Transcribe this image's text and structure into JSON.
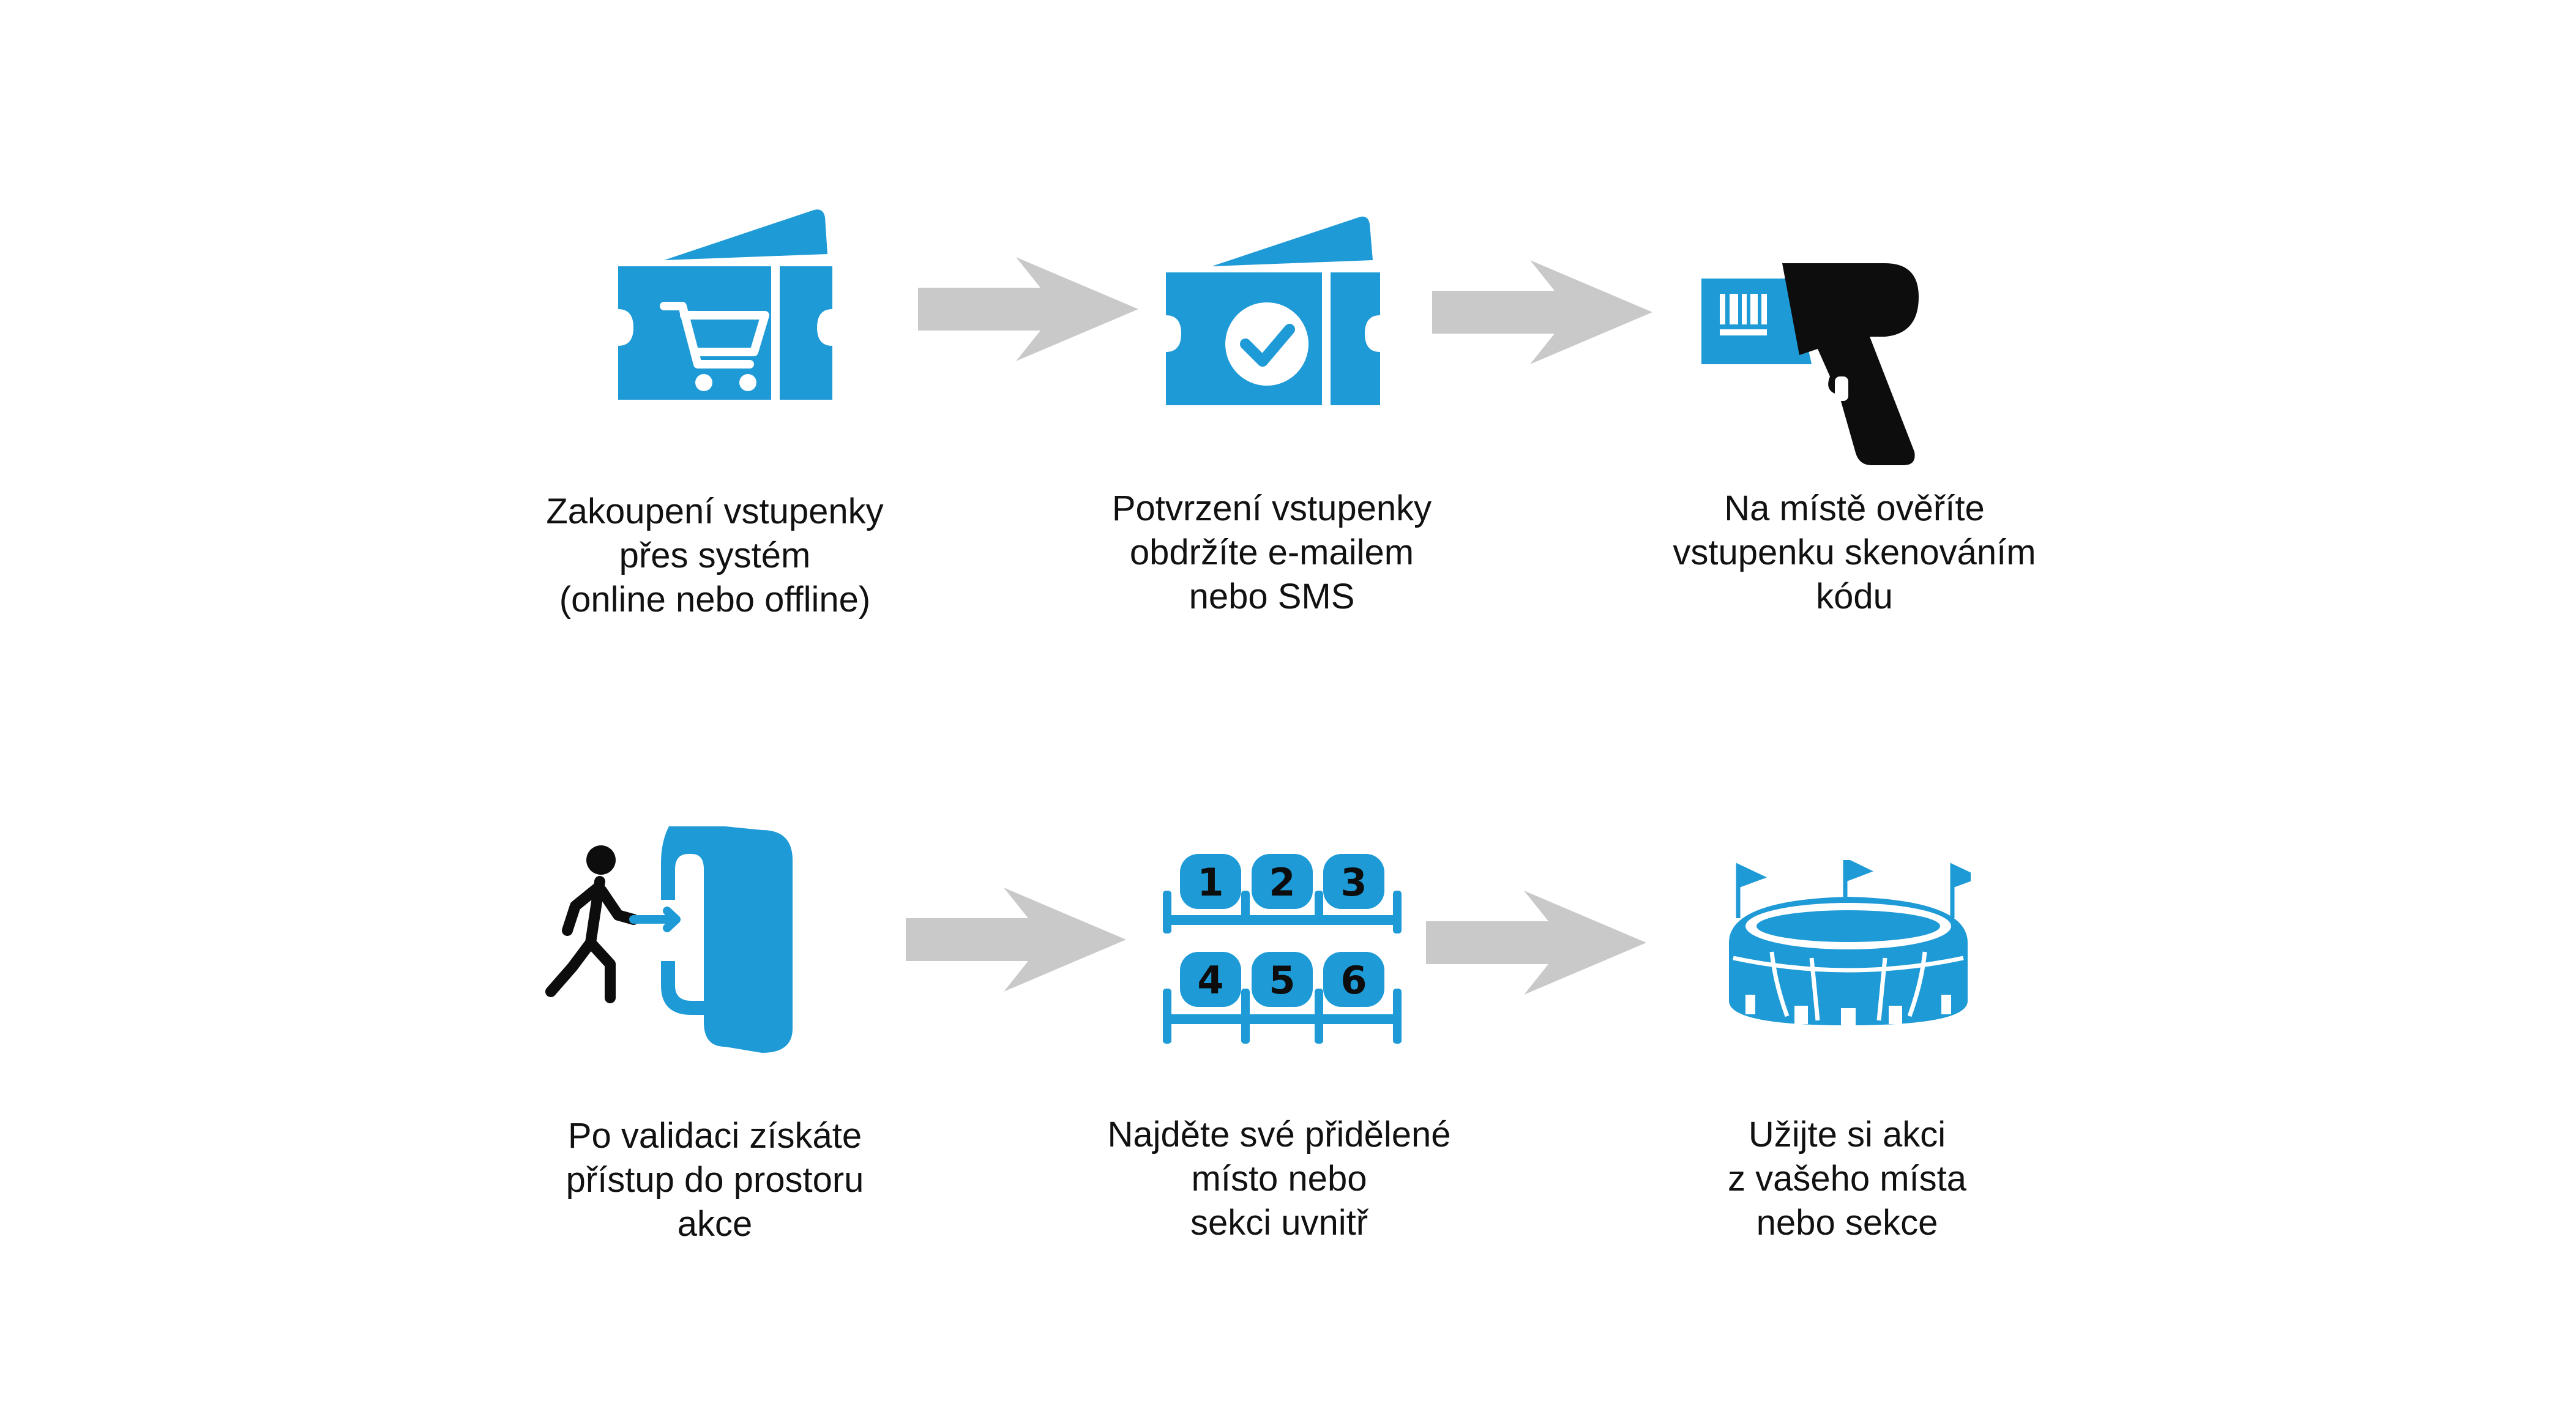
{
  "colors": {
    "blue": "#1e9ad6",
    "dark": "#0d0d0d",
    "arrow": "#c9c9c9",
    "text": "#111111"
  },
  "steps": [
    {
      "icon": "ticket-cart-icon",
      "lines": [
        "Zakoupení vstupenky",
        "přes systém",
        "(online nebo offline)"
      ]
    },
    {
      "icon": "ticket-check-icon",
      "lines": [
        "Potvrzení vstupenky",
        "obdržíte e-mailem",
        "nebo SMS"
      ]
    },
    {
      "icon": "barcode-scanner-icon",
      "lines": [
        "Na místě ověříte",
        "vstupenku skenováním",
        "kódu"
      ]
    },
    {
      "icon": "person-entering-door-icon",
      "lines": [
        "Po validaci získáte",
        "přístup do prostoru",
        "akce"
      ]
    },
    {
      "icon": "numbered-seats-icon",
      "lines": [
        "Najděte své přidělené",
        "místo nebo",
        "sekci uvnitř"
      ]
    },
    {
      "icon": "stadium-icon",
      "lines": [
        "Užijte si akci",
        "z vašeho místa",
        "nebo sekce"
      ]
    }
  ],
  "seat_numbers": [
    "1",
    "2",
    "3",
    "4",
    "5",
    "6"
  ]
}
